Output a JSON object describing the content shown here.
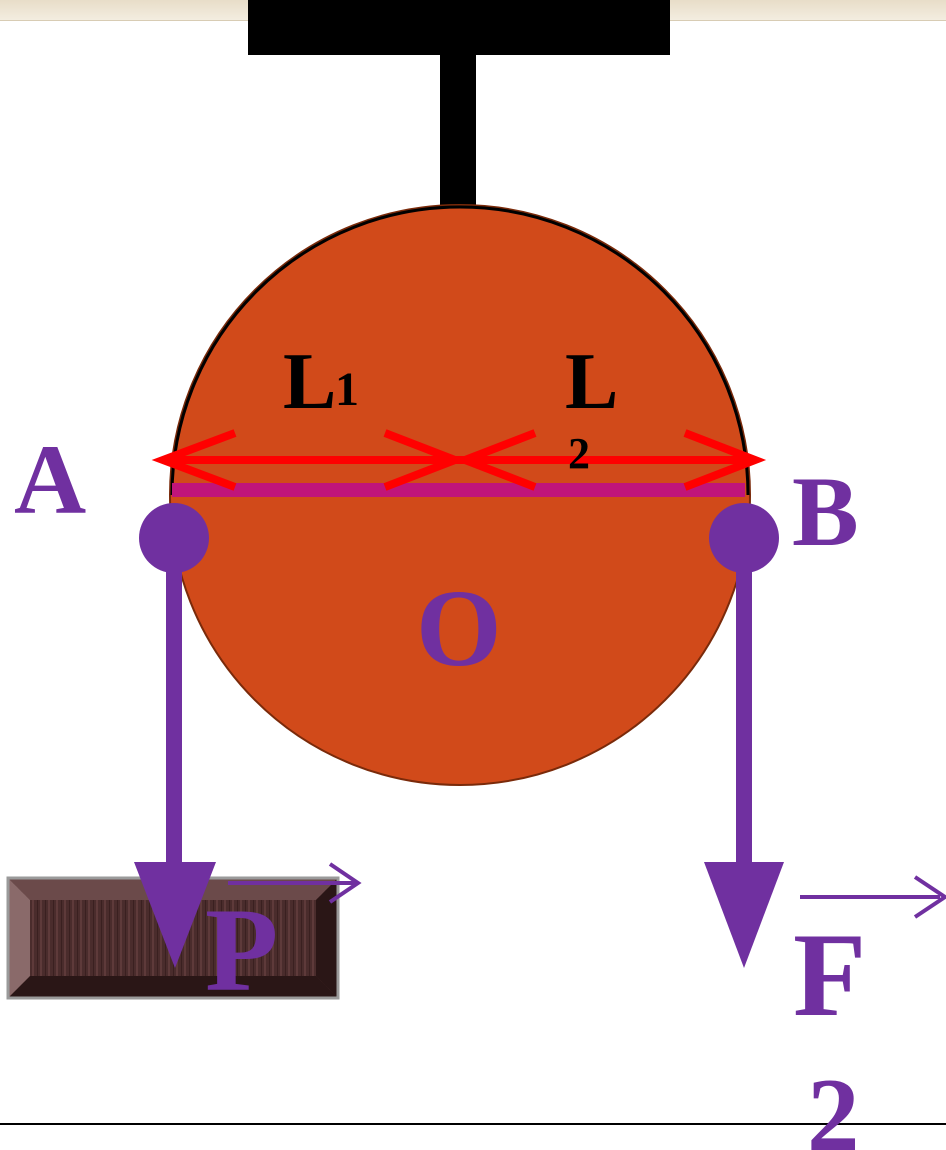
{
  "labels": {
    "a": "A",
    "b": "B",
    "o": "O",
    "l1_main": "L",
    "l1_sub": "1",
    "l2_main": "L",
    "l2_sub": "2",
    "p": "P",
    "f_main": "F",
    "f_sub": "2"
  },
  "colors": {
    "pulley": "#d14a1a",
    "support": "#000000",
    "force": "#7030a0",
    "lever": "#c0157a",
    "arm_arrows": "#ff0000",
    "weight": "#4a2c2c"
  }
}
